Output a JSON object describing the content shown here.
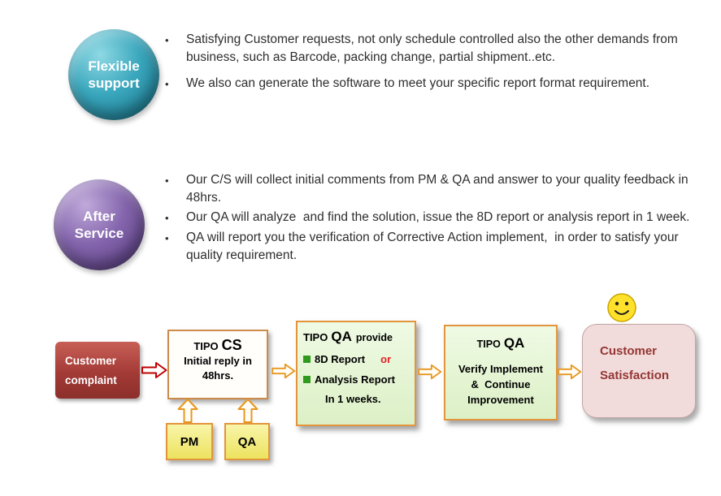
{
  "colors": {
    "teal": "#2e93a6",
    "purple": "#7b5ea7",
    "complaint_red": "#a33a36",
    "flow_orange": "#e8971e",
    "arrow_red": "#c00000",
    "light_green": "#e4f4d4",
    "pink": "#f2dcdb",
    "yellow": "#f3ec86",
    "or_red": "#e02020",
    "satisfaction_text": "#943634"
  },
  "sections": [
    {
      "badge_line1": "Flexible",
      "badge_line2": "support",
      "bullets": [
        "Satisfying Customer requests, not only schedule controlled also the other demands from business, such as Barcode, packing change, partial shipment..etc.",
        "We also can generate the software to meet your specific report format requirement."
      ]
    },
    {
      "badge_line1": "After",
      "badge_line2": "Service",
      "bullets": [
        "Our C/S will collect initial comments from PM & QA and answer to your quality feedback in 48hrs.",
        "Our QA will analyze  and find the solution, issue the 8D report or analysis report in 1 week.",
        "QA will report you the verification of Corrective Action implement,  in order to satisfy your quality requirement."
      ]
    }
  ],
  "flow": {
    "complaint": {
      "line1": "Customer",
      "line2": "complaint"
    },
    "cs": {
      "brand": "TIPO",
      "dept": "CS",
      "line2": "Initial reply in",
      "line3": "48hrs."
    },
    "qa_provide": {
      "brand": "TIPO",
      "dept": "QA",
      "suffix": "provide",
      "item1": "8D Report",
      "or": "or",
      "item2": "Analysis Report",
      "footer": "In 1 weeks."
    },
    "qa_verify": {
      "brand": "TIPO",
      "dept": "QA",
      "line2": "Verify Implement",
      "line3": "&  Continue",
      "line4": "Improvement"
    },
    "satisfaction": {
      "line1": "Customer",
      "line2": "Satisfaction"
    },
    "pm_label": "PM",
    "qa_label": "QA"
  }
}
